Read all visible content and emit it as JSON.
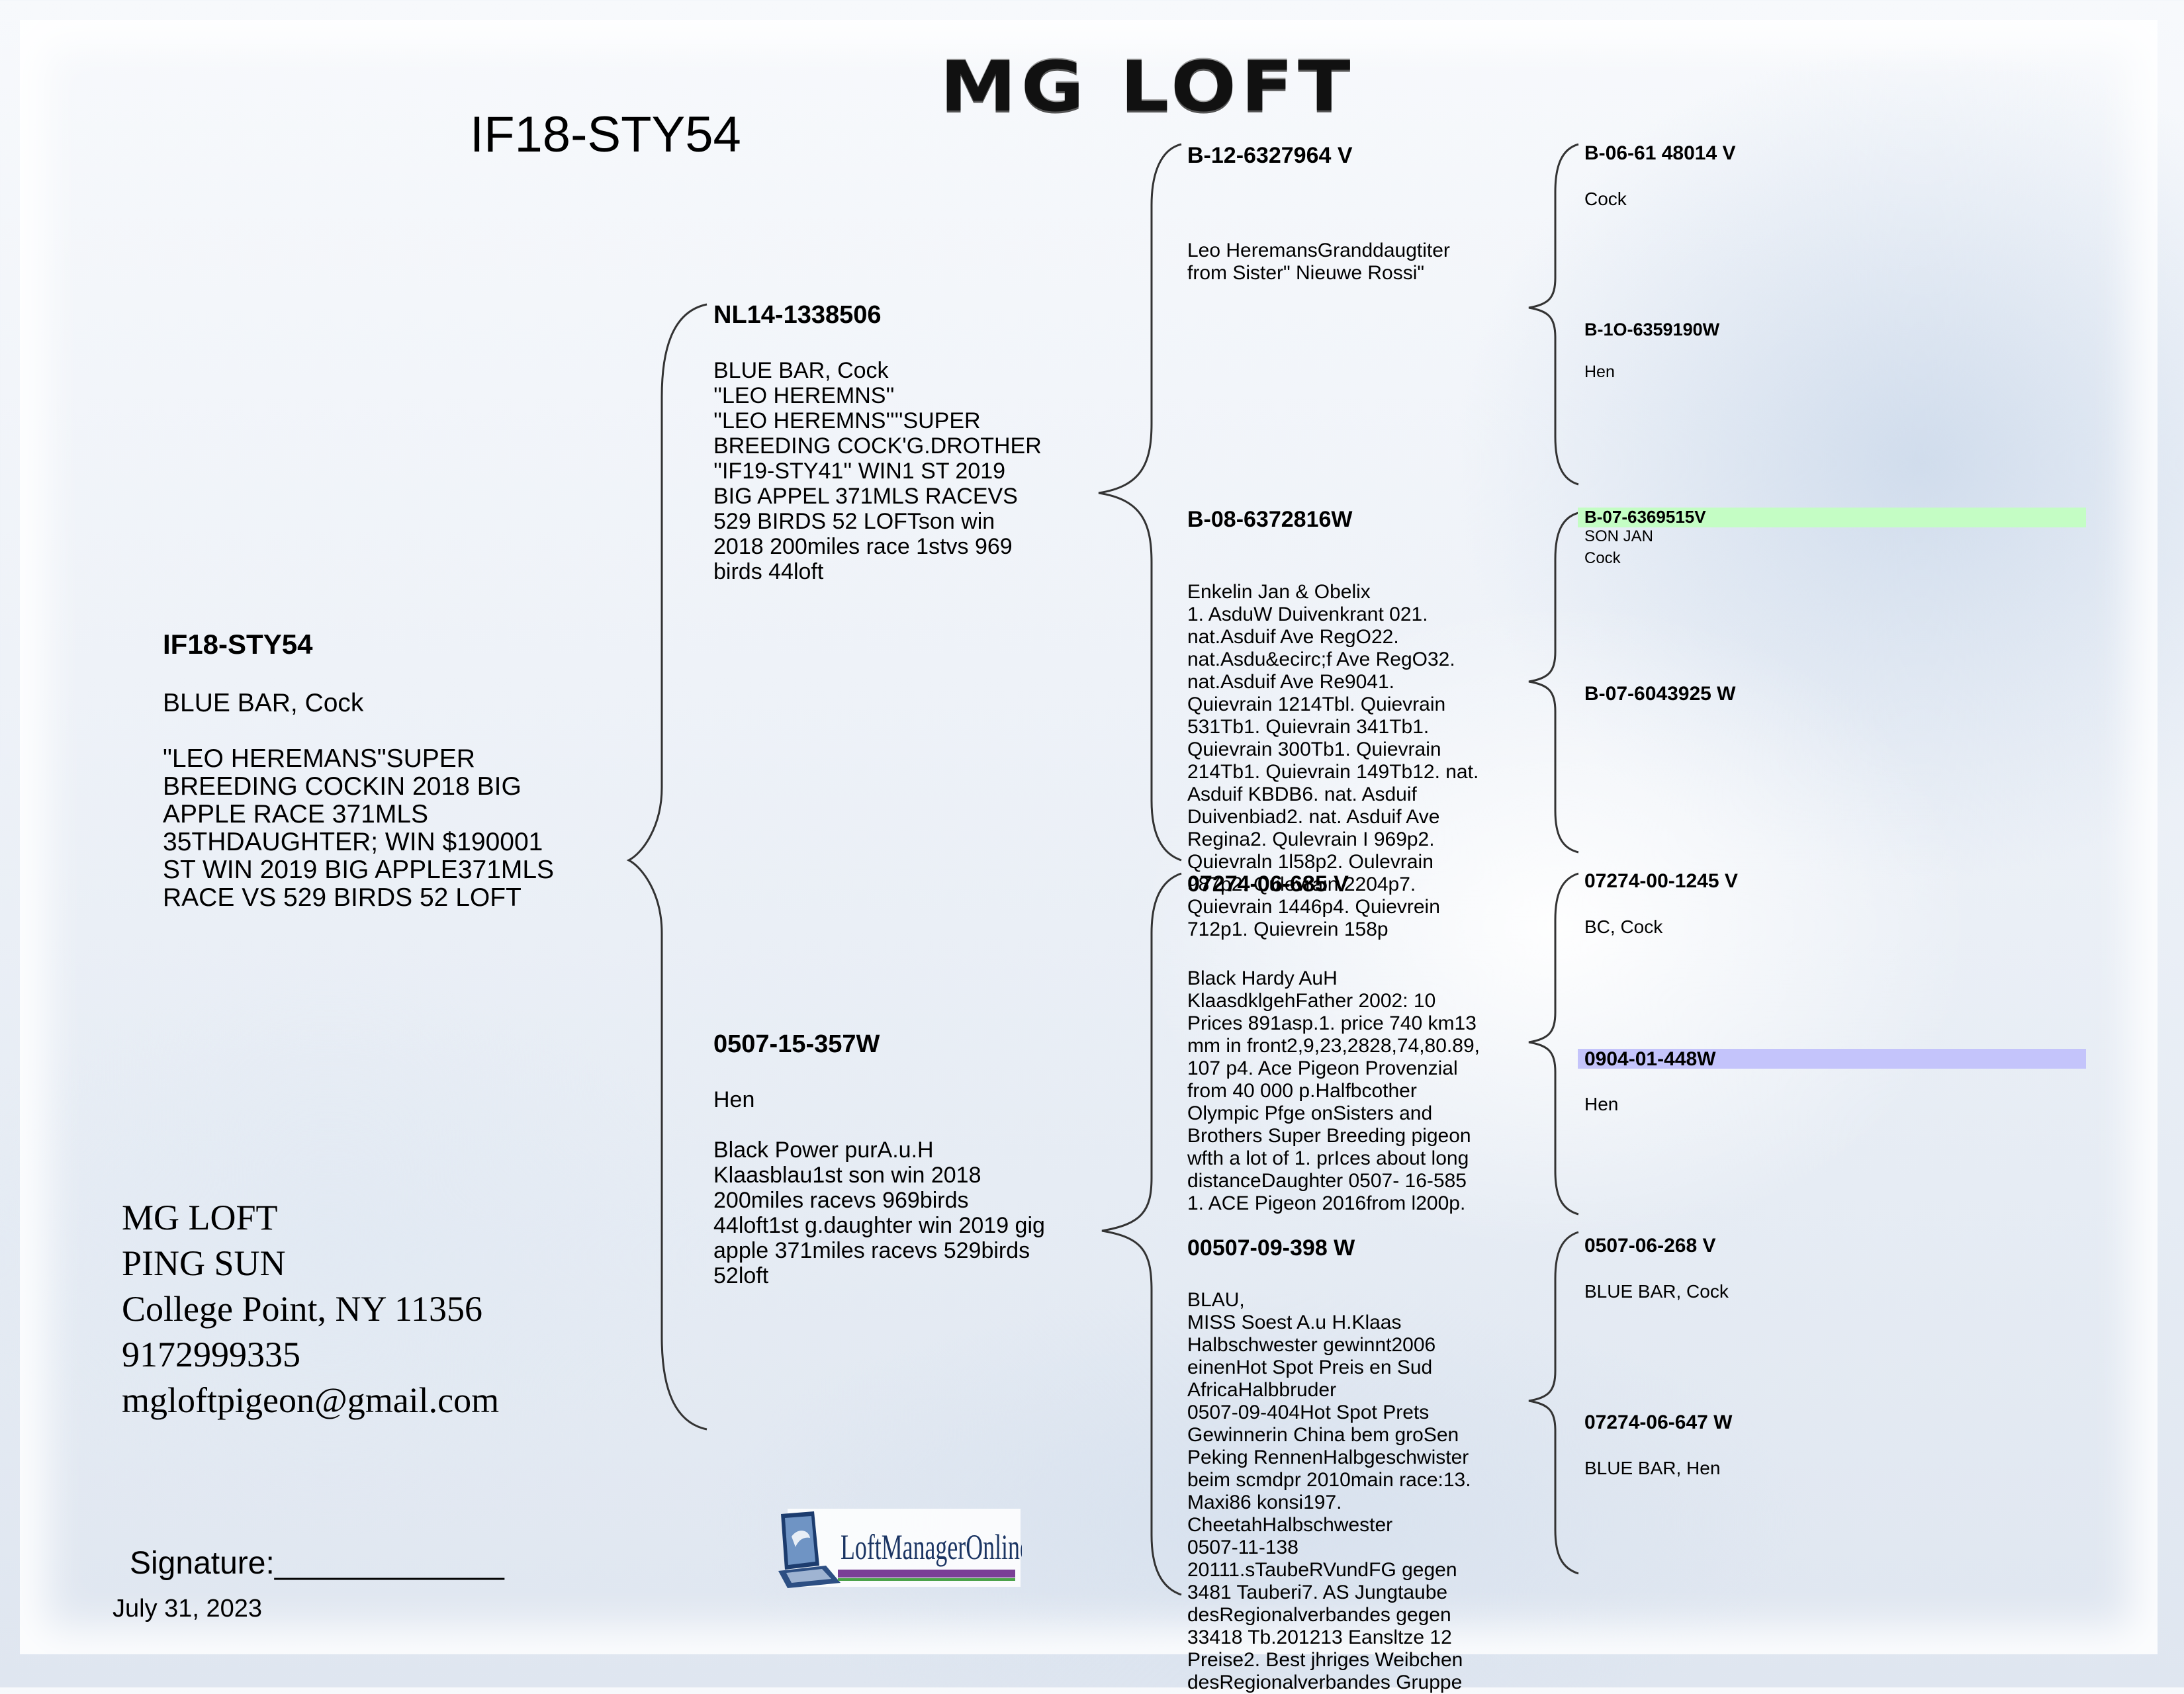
{
  "brand": "MG LOFT",
  "page_ring": "IF18-STY54",
  "subject": {
    "ring": "IF18-STY54",
    "desc": "BLUE BAR, Cock\n\n\"LEO HEREMANS\"SUPER\nBREEDING COCKIN 2018 BIG\nAPPLE RACE 371MLS\n35THDAUGHTER; WIN $190001\nST WIN 2019 BIG APPLE371MLS\nRACE VS 529 BIRDS 52 LOFT"
  },
  "sire": {
    "ring": "NL14-1338506",
    "desc": "BLUE BAR, Cock\n''LEO HEREMNS''\n''LEO HEREMNS''''SUPER\nBREEDING COCK'G.DROTHER\n''IF19-STY41'' WIN1 ST 2019\nBIG APPEL 371MLS RACEVS\n529 BIRDS 52 LOFTson win\n2018 200miles race 1stvs 969\nbirds 44loft"
  },
  "dam": {
    "ring": "0507-15-357W",
    "desc": "Hen\n\nBlack Power purA.u.H\nKlaasblau1st son win 2018\n200miles racevs 969birds\n44loft1st g.daughter win 2019 gig\napple 371miles racevs 529birds\n52loft"
  },
  "sire_sire": {
    "ring": "B-12-6327964 V",
    "desc": "Leo HeremansGranddaugtiter\nfrom Sister\" Nieuwe Rossi\""
  },
  "sire_dam": {
    "ring": "B-08-6372816W",
    "desc": "Enkelin Jan & Obelix\n1. AsduW Duivenkrant 021.\nnat.Asduif Ave RegO22.\nnat.Asdu&ecirc;f Ave RegO32.\nnat.Asduif Ave Re9041.\nQuievrain 1214Tbl. Quievrain\n531Tb1. Quievrain 341Tb1.\nQuievrain 300Tb1. Quievrain\n214Tb1. Quievrain 149Tb12. nat.\nAsduif KBDB6. nat. Asduif\nDuivenbiad2. nat. Asduif Ave\nRegina2. Qulevrain I 969p2.\nQuievraln 1l58p2. Oulevrain\n987p2. Qulevrain 2204p7.\nQuievrain 1446p4. Quievrein\n712p1. Quievrein 158p"
  },
  "dam_sire": {
    "ring": "07274-06-685 V",
    "desc": "Black Hardy AuH\nKlaasdklgehFather 2002: 10\nPrices 891asp.1. price 740 km13\nmm in front2,9,23,2828,74,80.89,\n107 p4. Ace Pigeon Provenzial\nfrom 40 000 p.Halfbcother\nOlympic Pfge onSisters and\nBrothers Super Breeding pigeon\nwfth a lot of 1. prIces about long\ndistanceDaughter 0507- 16-585\n1. ACE Pigeon 2016from l200p."
  },
  "dam_dam": {
    "ring": "00507-09-398 W",
    "desc": "BLAU,\nMISS Soest A.u H.Klaas\nHalbschwester gewinnt2006\neinenHot Spot Preis en Sud\nAfricaHalbbruder\n0507-09-404Hot Spot Prets\nGewinnerin China bem groSen\nPeking RennenHalbgeschwister\nbeim scmdpr 2010main race:13.\nMaxi86 konsi197.\nCheetahHalbschwester\n0507-11-138\n20111.sTaubeRVundFG gegen\n3481 Tauberi7. AS Jungtaube\ndesRegionalverbandes gegen\n33418 Tb.201213 Eansltze 12\nPreise2. Best jhriges Weibchen\ndesRegionalverbandes Gruppe"
  },
  "g3": [
    {
      "ring": "B-06-61 48014 V",
      "desc": "Cock"
    },
    {
      "ring": "B-1O-6359190W",
      "desc": "Hen"
    },
    {
      "ring": "B-07-6369515V",
      "desc": "SON JAN\nCock"
    },
    {
      "ring": "B-07-6043925 W",
      "desc": ""
    },
    {
      "ring": "07274-00-1245 V",
      "desc": "BC, Cock"
    },
    {
      "ring": "0904-01-448W",
      "desc": "Hen"
    },
    {
      "ring": "0507-06-268 V",
      "desc": "BLUE BAR, Cock"
    },
    {
      "ring": "07274-06-647 W",
      "desc": "BLUE BAR, Hen"
    }
  ],
  "highlight_colors": {
    "green": "#c4fdc4",
    "purple": "#c4c4fb"
  },
  "contact": {
    "name": "MG LOFT",
    "owner": "PING SUN",
    "address": "College Point, NY 11356",
    "phone": "9172999335",
    "email": "mgloftpigeon@gmail.com"
  },
  "signature": "Signature:_____________",
  "date": "July 31, 2023",
  "lmo_logo_text": "LoftManagerOnline.com"
}
